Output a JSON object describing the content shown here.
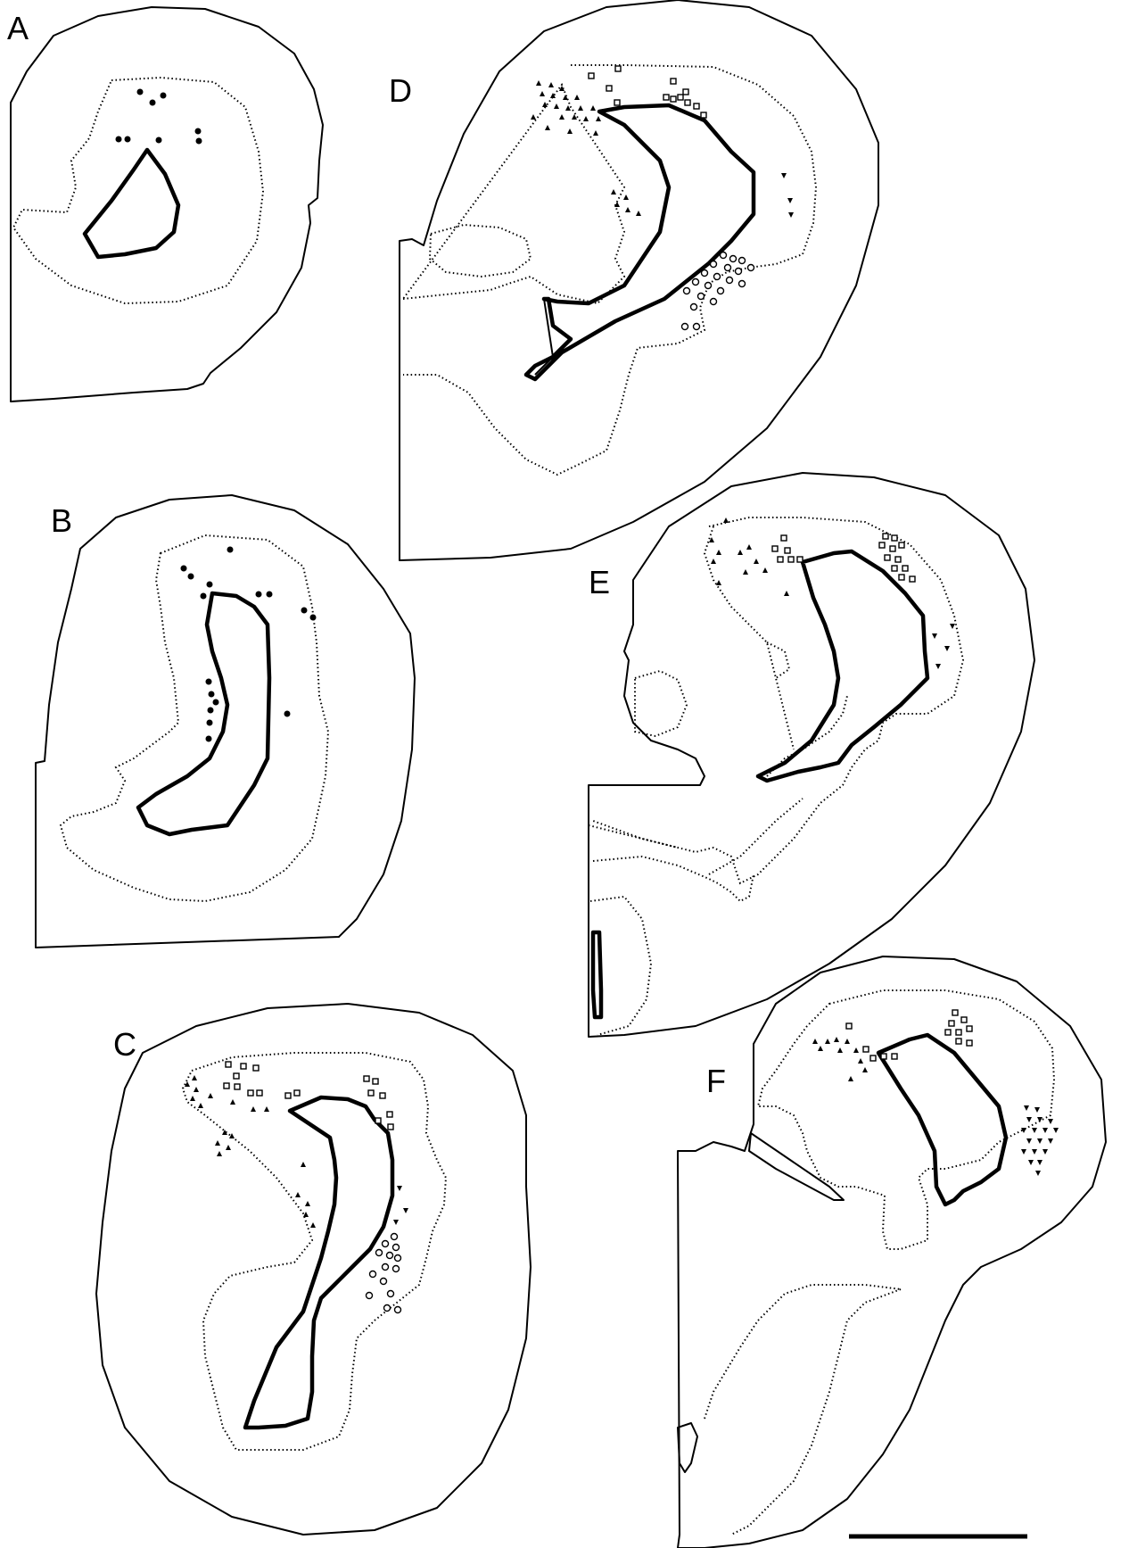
{
  "panels": [
    {
      "id": "A",
      "label": "A"
    },
    {
      "id": "B",
      "label": "B"
    },
    {
      "id": "C",
      "label": "C"
    },
    {
      "id": "D",
      "label": "D"
    },
    {
      "id": "E",
      "label": "E"
    },
    {
      "id": "F",
      "label": "F"
    }
  ],
  "marker_types": [
    "filled-circle",
    "open-circle",
    "open-square",
    "up-triangle",
    "down-triangle"
  ],
  "colors": {
    "line": "#000000",
    "background": "#ffffff"
  }
}
